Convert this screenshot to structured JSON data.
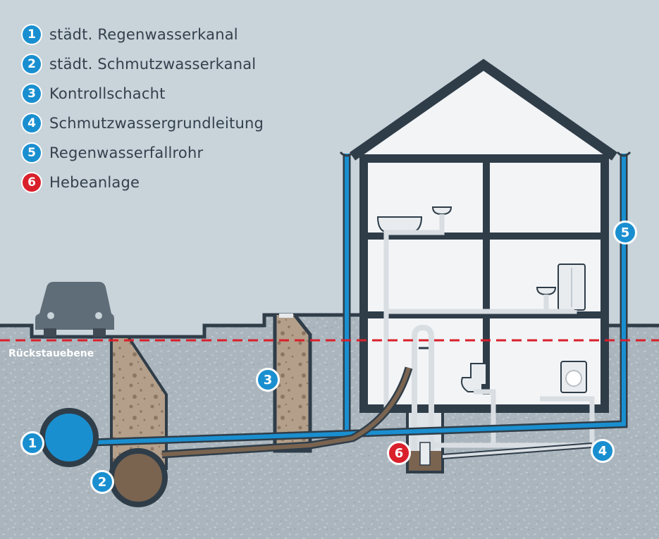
{
  "legend": [
    {
      "num": "1",
      "label": "städt. Regenwasserkanal",
      "color": "#1a8fd0"
    },
    {
      "num": "2",
      "label": "städt. Schmutzwasserkanal",
      "color": "#1a8fd0"
    },
    {
      "num": "3",
      "label": "Kontrollschacht",
      "color": "#1a8fd0"
    },
    {
      "num": "4",
      "label": "Schmutzwassergrundleitung",
      "color": "#1a8fd0"
    },
    {
      "num": "5",
      "label": "Regenwasserfallrohr",
      "color": "#1a8fd0"
    },
    {
      "num": "6",
      "label": "Hebeanlage",
      "color": "#d9202b"
    }
  ],
  "markers": {
    "m1": "1",
    "m2": "2",
    "m3": "3",
    "m4": "4",
    "m5": "5",
    "m6": "6"
  },
  "backflow_level_label": "Rückstauebene",
  "colors": {
    "sky": "#c9d3da",
    "ground": "#aab5bd",
    "wall": "#2f3d49",
    "rain_pipe": "#1a8fd0",
    "waste_pipe": "#7a6450",
    "fill": "#b39f8a",
    "backflow_line": "#d9202b",
    "fixture_pipe": "#d9dee3"
  }
}
